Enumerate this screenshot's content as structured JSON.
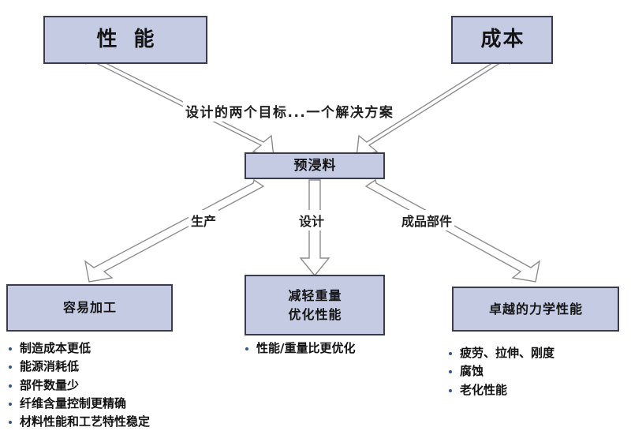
{
  "diagram": {
    "title_caption": "设计的两个目标...一个解决方案",
    "colors": {
      "box_fill": "#c4cbe3",
      "box_border": "#3b3b4b",
      "arrow_stroke": "#8a8a8a",
      "arrow_fill": "#ffffff",
      "bullet_dot": "#2f5597",
      "text": "#141414"
    },
    "top_boxes": [
      {
        "id": "performance",
        "label": "性 能"
      },
      {
        "id": "cost",
        "label": "成本"
      }
    ],
    "center_box": {
      "id": "prepreg",
      "label": "预浸料"
    },
    "branch_labels": [
      {
        "id": "production",
        "label": "生产"
      },
      {
        "id": "design",
        "label": "设计"
      },
      {
        "id": "finished-parts",
        "label": "成品部件"
      }
    ],
    "bottom_boxes": [
      {
        "id": "easy-process",
        "line1": "容易加工",
        "line2": ""
      },
      {
        "id": "weight-performance",
        "line1": "减轻重量",
        "line2": "优化性能"
      },
      {
        "id": "mechanical",
        "line1": "卓越的力学性能",
        "line2": ""
      }
    ],
    "bullet_groups": [
      {
        "id": "left",
        "items": [
          "制造成本更低",
          "能源消耗低",
          "部件数量少",
          "纤维含量控制更精确",
          "材料性能和工艺特性稳定"
        ]
      },
      {
        "id": "center",
        "items": [
          "性能/重量比更优化"
        ]
      },
      {
        "id": "right",
        "items": [
          "疲劳、拉伸、刚度",
          "腐蚀",
          "老化性能"
        ]
      }
    ]
  }
}
